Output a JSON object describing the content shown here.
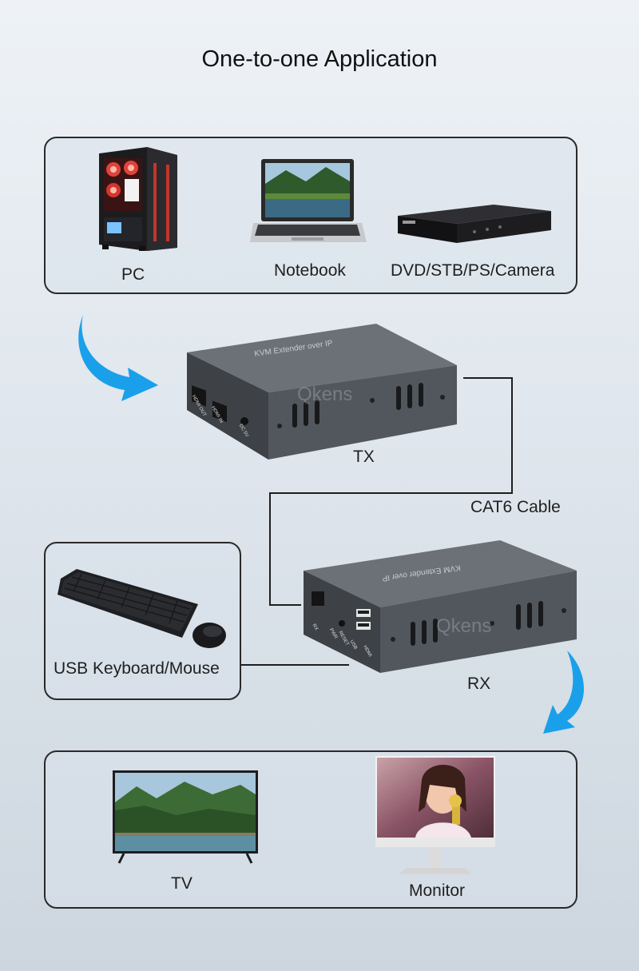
{
  "title": "One-to-one Application",
  "sources": {
    "pc": "PC",
    "notebook": "Notebook",
    "dvd": "DVD/STB/PS/Camera"
  },
  "tx": {
    "label": "TX",
    "device_text": "KVM Extender over IP",
    "port_out": "HDMI OUT",
    "port_in": "HDMI IN",
    "power": "DC 5V",
    "watermark": "Qkens"
  },
  "cable": "CAT6 Cable",
  "rx": {
    "label": "RX",
    "device_text": "KVM Extender over IP",
    "port_rj45": "RX",
    "port_pwr": "PWR",
    "port_reset": "RESET",
    "port_usb": "USB",
    "port_hdmi": "HDMI",
    "watermark": "Qkens"
  },
  "peripherals": {
    "keyboard_mouse": "USB Keyboard/Mouse"
  },
  "displays": {
    "tv": "TV",
    "monitor": "Monitor"
  },
  "colors": {
    "arrow": "#1aa0ea",
    "device": "#4b4f55",
    "panel_border": "#2a2a2a"
  }
}
